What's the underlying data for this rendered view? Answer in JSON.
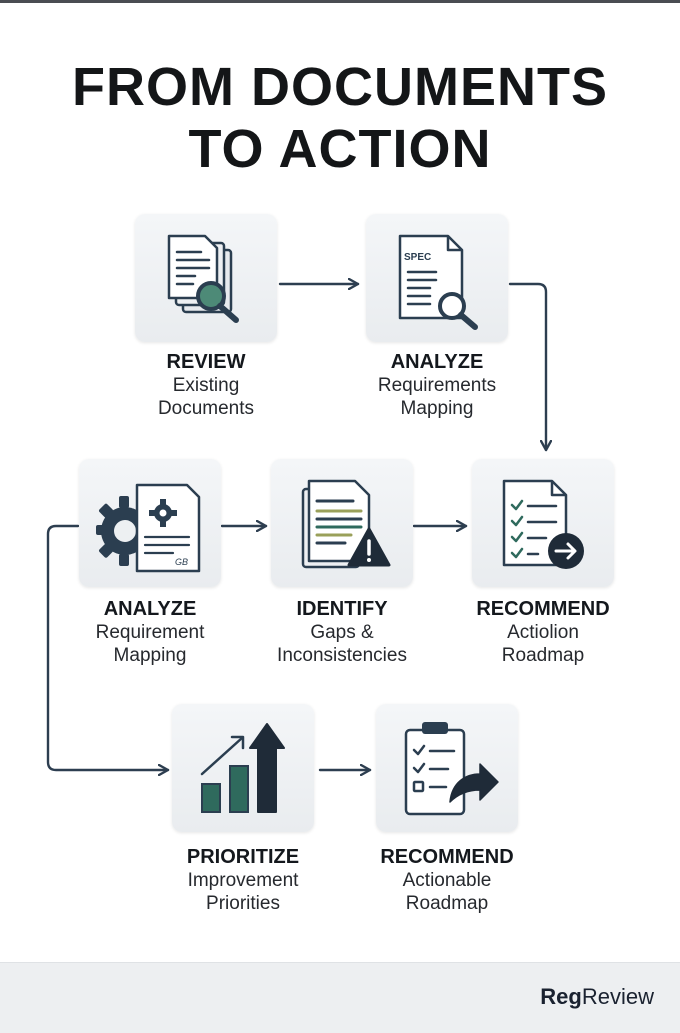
{
  "title": {
    "line1": "FROM DOCUMENTS",
    "line2": "TO ACTION"
  },
  "steps": [
    {
      "heading": "REVIEW",
      "line1": "Existing",
      "line2": "Documents",
      "icon": "document-magnifier-icon"
    },
    {
      "heading": "ANALYZE",
      "line1": "Requirements",
      "line2": "Mapping",
      "icon": "spec-document-search-icon",
      "icon_text": "SPEC"
    },
    {
      "heading": "ANALYZE",
      "line1": "Requirement",
      "line2": "Mapping",
      "icon": "gear-document-icon",
      "icon_text": "GB"
    },
    {
      "heading": "IDENTIFY",
      "line1": "Gaps &",
      "line2": "Inconsistencies",
      "icon": "document-warning-icon"
    },
    {
      "heading": "RECOMMEND",
      "line1": "Actiolion",
      "line2": "Roadmap",
      "icon": "checklist-arrow-icon"
    },
    {
      "heading": "PRIORITIZE",
      "line1": "Improvement",
      "line2": "Priorities",
      "icon": "bar-chart-growth-icon"
    },
    {
      "heading": "RECOMMEND",
      "line1": "Actionable",
      "line2": "Roadmap",
      "icon": "clipboard-checklist-share-icon"
    }
  ],
  "colors": {
    "navy": "#2b3e50",
    "teal": "#2f6a5d",
    "warning": "#1f2b38",
    "olive": "#9aa05a",
    "arrow": "#2d3e50"
  },
  "brand": {
    "part1": "Reg",
    "part2": "Review"
  }
}
